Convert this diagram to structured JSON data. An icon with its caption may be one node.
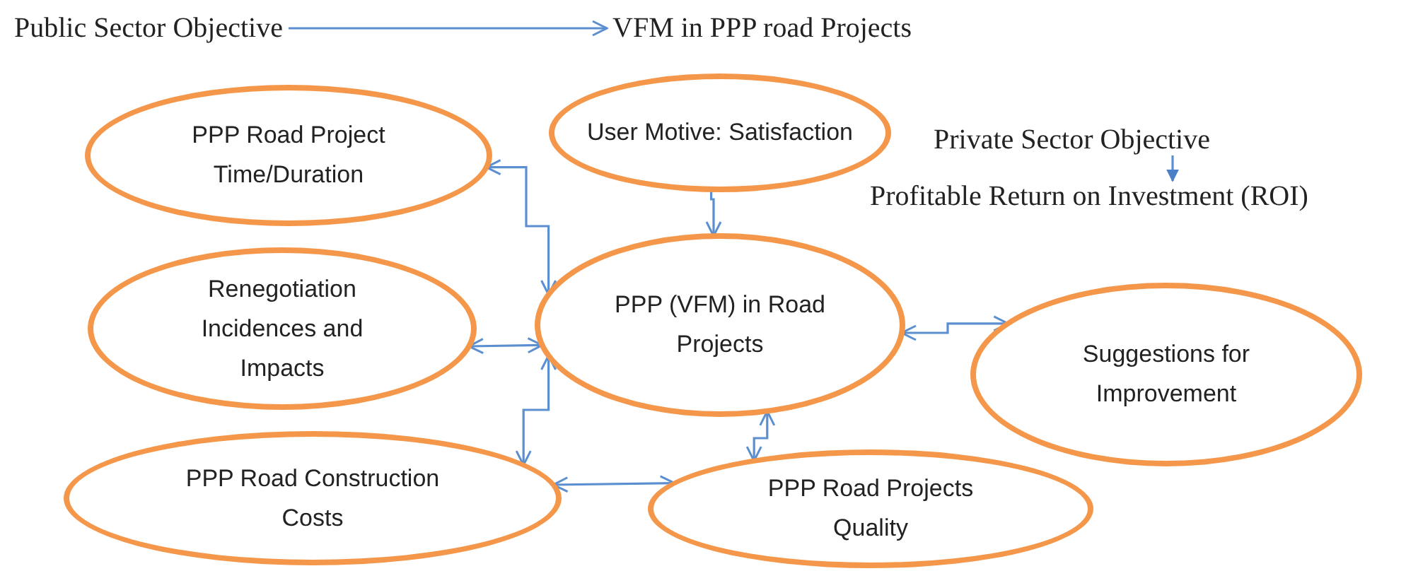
{
  "diagram": {
    "nodes": [
      {
        "text": [
          "Public Sector Objective"
        ]
      },
      {
        "text": [
          "VFM in PPP road Projects"
        ]
      },
      {
        "text": [
          "Private Sector Objective"
        ]
      },
      {
        "text": [
          "Profitable Return on Investment (ROI)"
        ]
      },
      {
        "text": [
          "PPP Road Project Time/Duration"
        ]
      },
      {
        "text": [
          "User Motive: Satisfaction"
        ]
      },
      {
        "text": [
          "Renegotiation Incidences and Impacts"
        ]
      },
      {
        "text": [
          "PPP (VFM) in Road Projects"
        ]
      },
      {
        "text": [
          "Suggestions for Improvement"
        ]
      },
      {
        "text": [
          "PPP Road Construction Costs"
        ]
      },
      {
        "text": [
          "PPP Road Projects Quality"
        ]
      }
    ],
    "edges": [
      {
        "from": 0,
        "to": 1,
        "arrow": "to"
      },
      {
        "from": 2,
        "to": 3,
        "arrow": "to"
      },
      {
        "from": 5,
        "to": 7,
        "arrow": "to"
      },
      {
        "from": 4,
        "to": 7,
        "arrow": "both"
      },
      {
        "from": 6,
        "to": 7,
        "arrow": "both"
      },
      {
        "from": 9,
        "to": 7,
        "arrow": "both"
      },
      {
        "from": 7,
        "to": 8,
        "arrow": "both"
      },
      {
        "from": 10,
        "to": 7,
        "arrow": "both"
      },
      {
        "from": 9,
        "to": 10,
        "arrow": "both"
      }
    ]
  }
}
